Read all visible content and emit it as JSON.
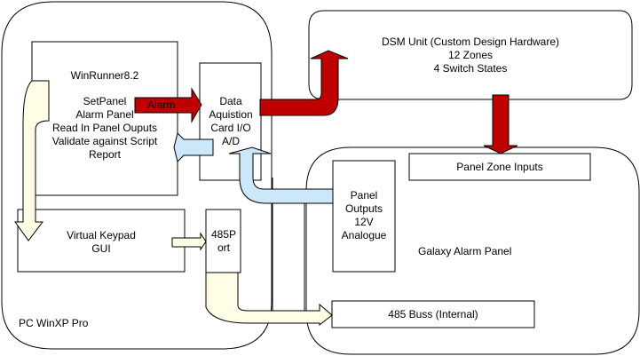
{
  "pc": {
    "label": "PC WinXP Pro"
  },
  "winrunner": {
    "lines": [
      "WinRunner8.2",
      "",
      "SetPanel",
      "Alarm Panel",
      "Read In Panel Ouputs",
      "Validate against Script",
      "Report"
    ]
  },
  "alarm_arrow": {
    "label": "Alarm",
    "color": "#c00000"
  },
  "daq": {
    "lines": [
      "Data",
      "Aquistion",
      "Card I/O",
      "A/D"
    ]
  },
  "dsm": {
    "lines": [
      "DSM Unit (Custom Design Hardware)",
      "12 Zones",
      "4 Switch States"
    ]
  },
  "zone_inputs": {
    "label": "Panel Zone Inputs"
  },
  "panel_outputs": {
    "lines": [
      "Panel",
      "Outputs",
      "12V",
      "Analogue"
    ]
  },
  "galaxy": {
    "label": "Galaxy Alarm Panel"
  },
  "keypad": {
    "lines": [
      "Virtual Keypad",
      "GUI"
    ]
  },
  "port485": {
    "lines": [
      "485P",
      "ort"
    ]
  },
  "buss485": {
    "label": "485 Buss (Internal)"
  },
  "colors": {
    "red_arrow": "#c00000",
    "blue_arrow": "#cce6fa",
    "cream_arrow": "#fffde6"
  }
}
